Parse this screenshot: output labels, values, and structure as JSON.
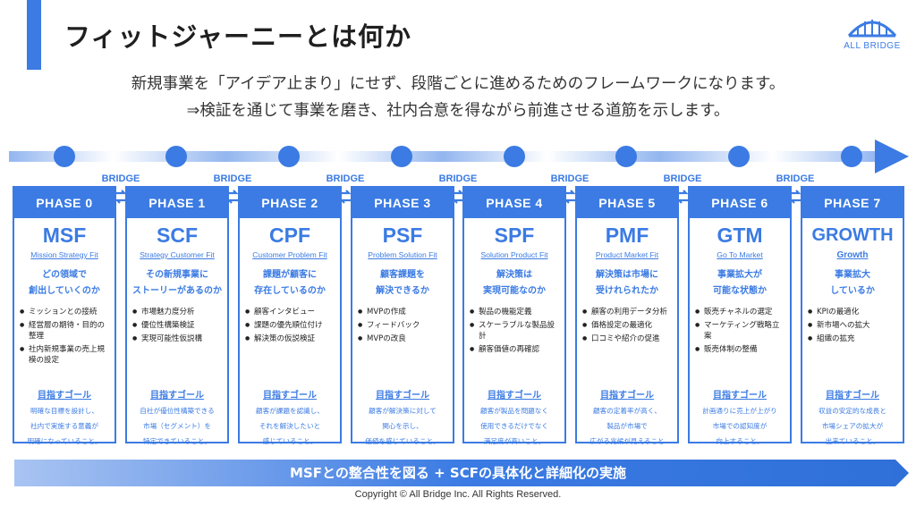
{
  "title": "フィットジャーニーとは何か",
  "logo": {
    "text": "ALL BRIDGE"
  },
  "intro": {
    "line1": "新規事業を「アイデア止まり」にせず、段階ごとに進めるためのフレームワークになります。",
    "line2": "⇒検証を通じて事業を磨き、社内合意を得ながら前進させる道筋を示します。"
  },
  "bridge_label": "BRIDGE",
  "phases": [
    {
      "phase": "PHASE 0",
      "code": "MSF",
      "full": "Mission Strategy Fit",
      "question": [
        "どの領域で",
        "創出していくのか"
      ],
      "items": [
        "ミッションとの接続",
        "経営層の期待・目的の整理",
        "社内新規事業の売上規模の設定"
      ],
      "goal_label": "目指すゴール",
      "goal": [
        "明確な目標を設計し、",
        "社内で実施する意義が",
        "明確になっていること。"
      ]
    },
    {
      "phase": "PHASE 1",
      "code": "SCF",
      "full": "Strategy Customer Fit",
      "question": [
        "その新規事業に",
        "ストーリーがあるのか"
      ],
      "items": [
        "市場魅力度分析",
        "優位性構築検証",
        "実現可能性仮説構"
      ],
      "goal_label": "目指すゴール",
      "goal": [
        "自社が優位性構築できる",
        "市場（セグメント）を",
        "特定できていること。"
      ]
    },
    {
      "phase": "PHASE 2",
      "code": "CPF",
      "full": "Customer Problem Fit",
      "question": [
        "課題が顧客に",
        "存在しているのか"
      ],
      "items": [
        "顧客インタビュー",
        "課題の優先順位付け",
        "解決策の仮説検証"
      ],
      "goal_label": "目指すゴール",
      "goal": [
        "顧客が課題を認識し、",
        "それを解決したいと",
        "感じていること。"
      ]
    },
    {
      "phase": "PHASE 3",
      "code": "PSF",
      "full": "Problem Solution Fit",
      "question": [
        "顧客課題を",
        "解決できるか"
      ],
      "items": [
        "MVPの作成",
        "フィードバック",
        "MVPの改良"
      ],
      "goal_label": "目指すゴール",
      "goal": [
        "顧客が解決策に対して",
        "関心を示し、",
        "価値を感じていること。"
      ]
    },
    {
      "phase": "PHASE 4",
      "code": "SPF",
      "full": "Solution Product Fit",
      "question": [
        "解決策は",
        "実現可能なのか"
      ],
      "items": [
        "製品の機能定義",
        "スケーラブルな製品設計",
        "顧客価値の再確認"
      ],
      "goal_label": "目指すゴール",
      "goal": [
        "顧客が製品を問題なく",
        "使用できるだけでなく",
        "満足度が高いこと。"
      ]
    },
    {
      "phase": "PHASE 5",
      "code": "PMF",
      "full": "Product Market Fit",
      "question": [
        "解決策は市場に",
        "受けれられたか"
      ],
      "items": [
        "顧客の利用データ分析",
        "価格設定の最適化",
        "口コミや紹介の促進"
      ],
      "goal_label": "目指すゴール",
      "goal": [
        "顧客の定着率が高く、",
        "製品が市場で",
        "広がる兆候が見えること"
      ]
    },
    {
      "phase": "PHASE 6",
      "code": "GTM",
      "full": "Go To Market",
      "question": [
        "事業拡大が",
        "可能な状態か"
      ],
      "items": [
        "販売チャネルの選定",
        "マーケティング戦略立案",
        "販売体制の整備"
      ],
      "goal_label": "目指すゴール",
      "goal": [
        "計画通りに売上が上がり",
        "市場での認知度が",
        "向上すること。"
      ]
    },
    {
      "phase": "PHASE 7",
      "code": "GROWTH",
      "full": "Growth",
      "question": [
        "事業拡大",
        "しているか"
      ],
      "items": [
        "KPIの最適化",
        "新市場への拡大",
        "組織の拡充"
      ],
      "goal_label": "目指すゴール",
      "goal": [
        "収益の安定的な成長と",
        "市場シェアの拡大が",
        "出来ていること。"
      ]
    }
  ],
  "banner": "MSFとの整合性を図る + SCFの具体化と詳細化の実施",
  "copyright": "Copyright © All Bridge Inc. All Rights Reserved.",
  "colors": {
    "accent": "#3b7be3",
    "light_accent": "#b9d0f5"
  }
}
